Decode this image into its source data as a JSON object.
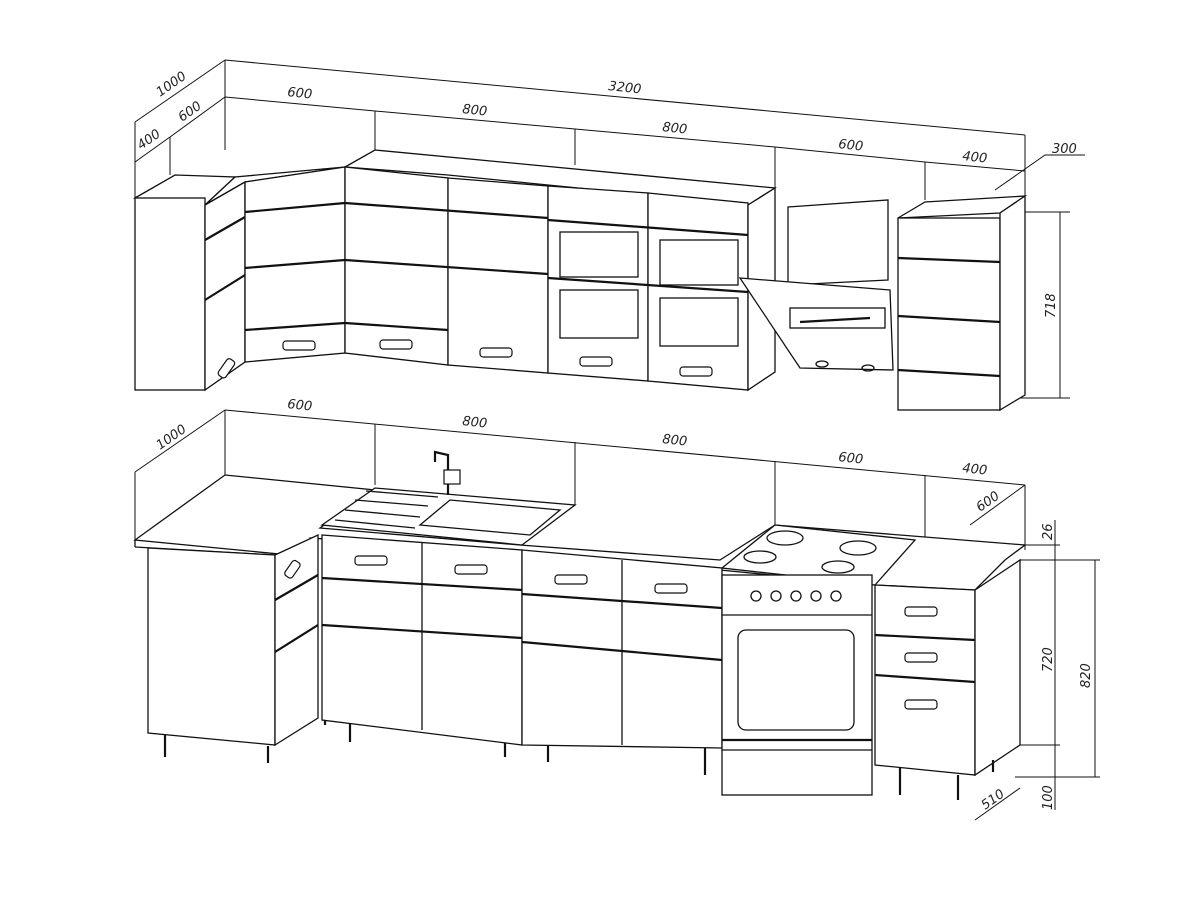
{
  "title": "Kitchen set dimensional drawing",
  "upper": {
    "depth_total": "1000",
    "depth_corner": "600",
    "depth_side": "400",
    "overall_width": "3200",
    "widths": [
      "600",
      "800",
      "800",
      "600",
      "400"
    ],
    "offset": "300",
    "height": "718"
  },
  "lower": {
    "depth_total": "1000",
    "widths": [
      "600",
      "800",
      "800",
      "600",
      "400"
    ],
    "depth_right": "600",
    "countertop": "26",
    "body_height": "720",
    "total_height": "820",
    "base_depth": "510",
    "legs_height": "100"
  },
  "colors": {
    "line": "#111111",
    "background": "#ffffff"
  }
}
